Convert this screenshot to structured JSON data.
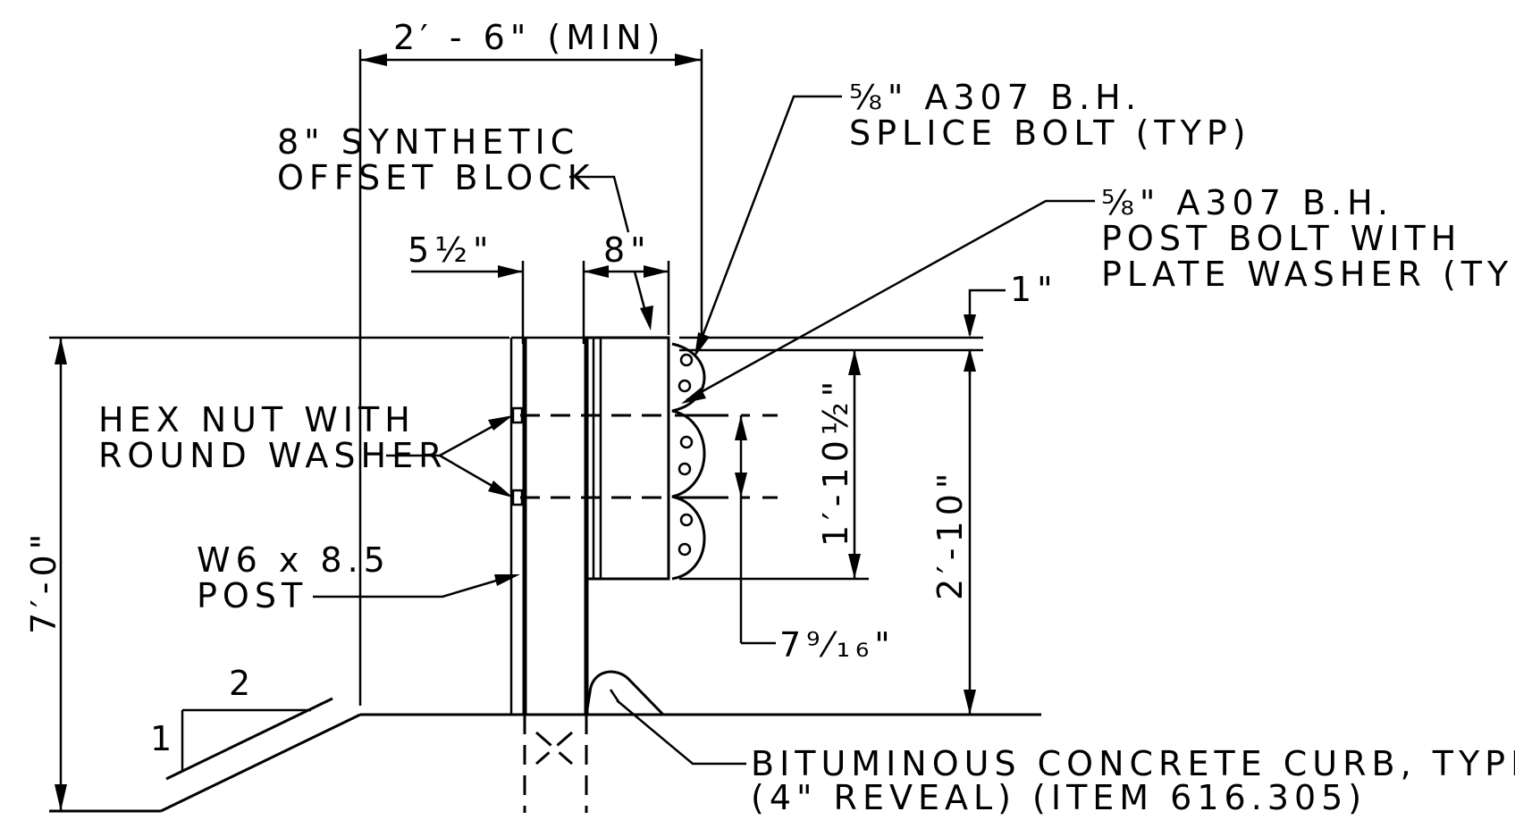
{
  "labels": {
    "width_min": "2′ - 6\" (MIN)",
    "offset_block_line1": "8\" SYNTHETIC",
    "offset_block_line2": "OFFSET BLOCK",
    "dim_5_5": "5½\"",
    "dim_8": "8\"",
    "splice_bolt_line1": "⅝\" A307 B.H.",
    "splice_bolt_line2": "SPLICE BOLT (TYP)",
    "post_bolt_line1": "⅝\" A307 B.H.",
    "post_bolt_line2": "POST BOLT WITH",
    "post_bolt_line3": "PLATE WASHER (TYP)",
    "dim_1": "1\"",
    "hex_nut_line1": "HEX NUT WITH",
    "hex_nut_line2": "ROUND WASHER",
    "post_line1": "W6 x 8.5",
    "post_line2": "POST",
    "dim_7_0": "7′-0\"",
    "dim_1_10_5": "1′-10½\"",
    "dim_2_10": "2′-10\"",
    "dim_7_9_16": "7⁹⁄₁₆\"",
    "slope_run": "2",
    "slope_rise": "1",
    "curb_line1": "BITUMINOUS CONCRETE CURB, TYPE A",
    "curb_line2": "(4\" REVEAL) (ITEM 616.305)"
  }
}
